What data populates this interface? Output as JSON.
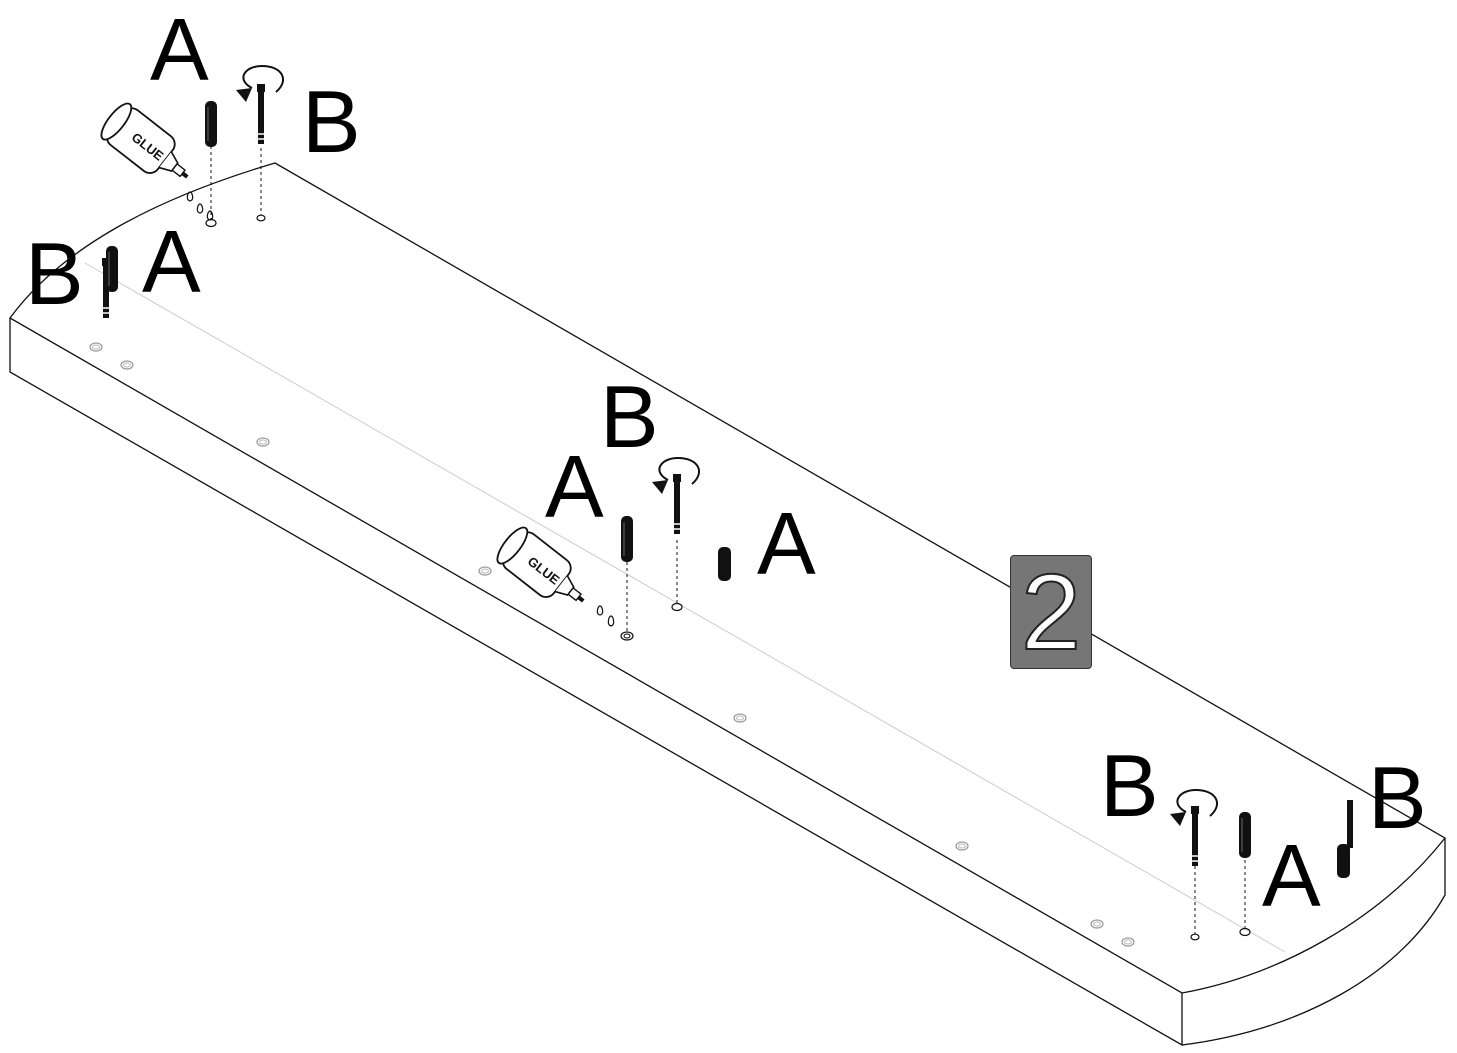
{
  "diagram": {
    "step_number": "2",
    "glue_label": "GLUE",
    "part_a_label": "A",
    "part_b_label": "B"
  }
}
